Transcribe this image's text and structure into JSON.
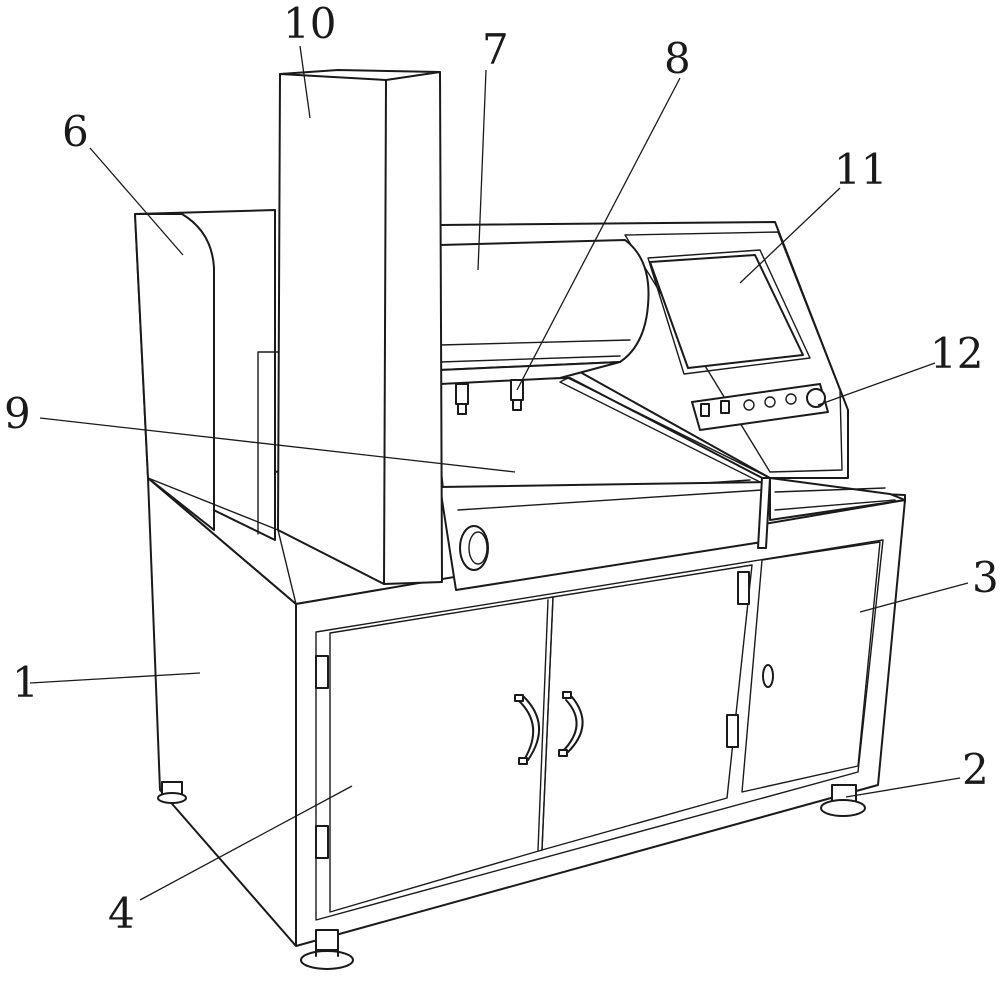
{
  "callouts": {
    "c1": "1",
    "c2": "2",
    "c3": "3",
    "c4": "4",
    "c6": "6",
    "c7": "7",
    "c8": "8",
    "c9": "9",
    "c10": "10",
    "c11": "11",
    "c12": "12"
  }
}
